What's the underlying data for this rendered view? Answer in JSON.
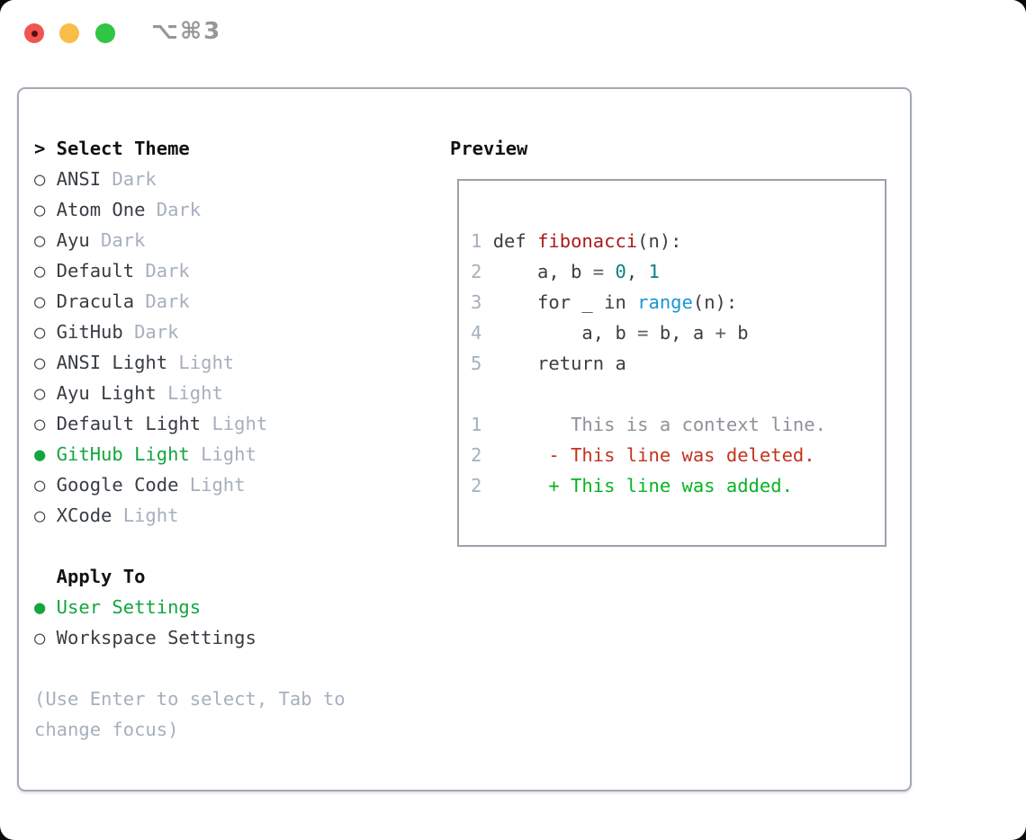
{
  "window": {
    "title": "⌥⌘3"
  },
  "colors": {
    "accent_green": "#13a63e",
    "function_red": "#a81c1c",
    "builtin_blue": "#1b95d4",
    "number_teal": "#0b7f84",
    "diff_deleted_red": "#c5321c",
    "diff_added_green": "#0ab323",
    "muted_gray": "#a6b0bd",
    "traffic_close": "#f25450",
    "traffic_minimize": "#f9bd49",
    "traffic_zoom": "#30c545"
  },
  "theme_panel": {
    "header": {
      "pointer": ">",
      "label": "Select Theme"
    },
    "items": [
      {
        "bullet": "○",
        "label": "ANSI",
        "variant": "Dark",
        "selected": false
      },
      {
        "bullet": "○",
        "label": "Atom One",
        "variant": "Dark",
        "selected": false
      },
      {
        "bullet": "○",
        "label": "Ayu",
        "variant": "Dark",
        "selected": false
      },
      {
        "bullet": "○",
        "label": "Default",
        "variant": "Dark",
        "selected": false
      },
      {
        "bullet": "○",
        "label": "Dracula",
        "variant": "Dark",
        "selected": false
      },
      {
        "bullet": "○",
        "label": "GitHub",
        "variant": "Dark",
        "selected": false
      },
      {
        "bullet": "○",
        "label": "ANSI Light",
        "variant": "Light",
        "selected": false
      },
      {
        "bullet": "○",
        "label": "Ayu Light",
        "variant": "Light",
        "selected": false
      },
      {
        "bullet": "○",
        "label": "Default Light",
        "variant": "Light",
        "selected": false
      },
      {
        "bullet": "●",
        "label": "GitHub Light",
        "variant": "Light",
        "selected": true
      },
      {
        "bullet": "○",
        "label": "Google Code",
        "variant": "Light",
        "selected": false
      },
      {
        "bullet": "○",
        "label": "XCode",
        "variant": "Light",
        "selected": false
      }
    ],
    "apply_to": {
      "label": "Apply To",
      "options": [
        {
          "bullet": "●",
          "label": "User Settings",
          "selected": true
        },
        {
          "bullet": "○",
          "label": "Workspace Settings",
          "selected": false
        }
      ]
    },
    "help_line1": "(Use Enter to select, Tab to",
    "help_line2": "change focus)"
  },
  "preview": {
    "label": "Preview",
    "code": [
      {
        "ln": "1 ",
        "segs": [
          {
            "t": "def "
          },
          {
            "t": "fibonacci"
          },
          {
            "t": "(n):"
          }
        ]
      },
      {
        "ln": "2 ",
        "segs": [
          {
            "t": "    a, b "
          },
          {
            "t": "= "
          },
          {
            "t": "0"
          },
          {
            "t": ", "
          },
          {
            "t": "1"
          }
        ]
      },
      {
        "ln": "3 ",
        "segs": [
          {
            "t": "    for _ in "
          },
          {
            "t": "range"
          },
          {
            "t": "(n):"
          }
        ]
      },
      {
        "ln": "4 ",
        "segs": [
          {
            "t": "        a, b "
          },
          {
            "t": "= "
          },
          {
            "t": "b, a "
          },
          {
            "t": "+ "
          },
          {
            "t": "b"
          }
        ]
      },
      {
        "ln": "5 ",
        "segs": [
          {
            "t": "    return a"
          }
        ]
      },
      {
        "ln": "1 ",
        "segs": [
          {
            "t": "       This is a context line."
          }
        ]
      },
      {
        "ln": "2 ",
        "segs": [
          {
            "t": "     - This line was deleted."
          }
        ]
      },
      {
        "ln": "2 ",
        "segs": [
          {
            "t": "     + This line was added."
          }
        ]
      }
    ]
  }
}
